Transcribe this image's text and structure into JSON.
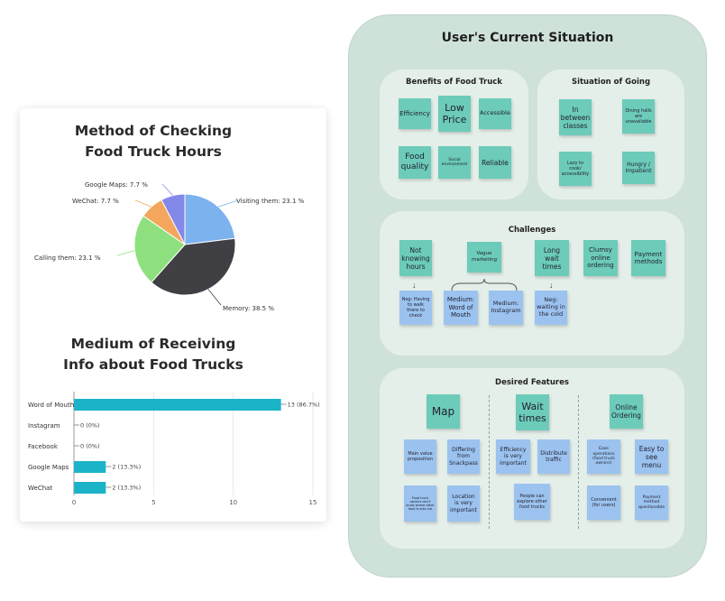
{
  "chart_data": [
    {
      "type": "pie",
      "title": [
        "Method of Checking",
        "Food Truck Hours"
      ],
      "series": [
        {
          "label": "Visiting them: 23.1 %",
          "value": 23.1,
          "color": "#7cb3ef"
        },
        {
          "label": "Memory: 38.5 %",
          "value": 38.5,
          "color": "#3f3f44"
        },
        {
          "label": "Calling them: 23.1 %",
          "value": 23.1,
          "color": "#8ee07e"
        },
        {
          "label": "WeChat: 7.7 %",
          "value": 7.7,
          "color": "#f3a65c"
        },
        {
          "label": "Google Maps: 7.7 %",
          "value": 7.7,
          "color": "#8488e9"
        }
      ]
    },
    {
      "type": "bar",
      "orientation": "horizontal",
      "title": [
        "Medium of Receiving",
        "Info about Food Trucks"
      ],
      "categories": [
        "Word of Mouth",
        "Instagram",
        "Facebook",
        "Google Maps",
        "WeChat"
      ],
      "values": [
        13,
        0,
        0,
        2,
        2
      ],
      "value_labels": [
        "13 (86.7%)",
        "0 (0%)",
        "0 (0%)",
        "2 (13.3%)",
        "2 (13.3%)"
      ],
      "xlim": [
        0,
        15
      ],
      "xticks": [
        0,
        5,
        10,
        15
      ],
      "grid": true,
      "bar_color": "#1bb3c8"
    }
  ],
  "board": {
    "title": "User's Current Situation",
    "benefits": {
      "title": "Benefits of Food Truck",
      "notes": [
        "Efficiency",
        "Low Price",
        "Accessible",
        "Food quality",
        "Social environment",
        "Reliable"
      ]
    },
    "situation": {
      "title": "Situation of Going",
      "notes": [
        "In between classes",
        "Dining halls are unavailable",
        "Lazy to cook/ accessibility",
        "Hungry / Impatient"
      ]
    },
    "challenges": {
      "title": "Challenges",
      "top_notes": [
        "Not knowing hours",
        "Vague marketing",
        "Long wait times",
        "Clumsy online ordering",
        "Payment methods"
      ],
      "bottom_notes": [
        "Neg: Having to walk there to check",
        "Medium: Word of Mouth",
        "Medium: Instagram",
        "Neg: waiting in the cold"
      ]
    },
    "features": {
      "title": "Desired Features",
      "map": {
        "header": "Map",
        "notes": [
          "Main value proposition",
          "Differing from Snackpass",
          "Food truck owners don't know where other food trucks are",
          "Location is very important"
        ]
      },
      "wait": {
        "header": "Wait times",
        "notes": [
          "Efficiency is very important",
          "Distribute traffic",
          "People can explore other food trucks"
        ]
      },
      "ordering": {
        "header": "Online Ordering",
        "notes": [
          "Ease operations (food truck owners)",
          "Easy to see menu",
          "Convenient (for users)",
          "Payment method questionable"
        ]
      }
    }
  }
}
